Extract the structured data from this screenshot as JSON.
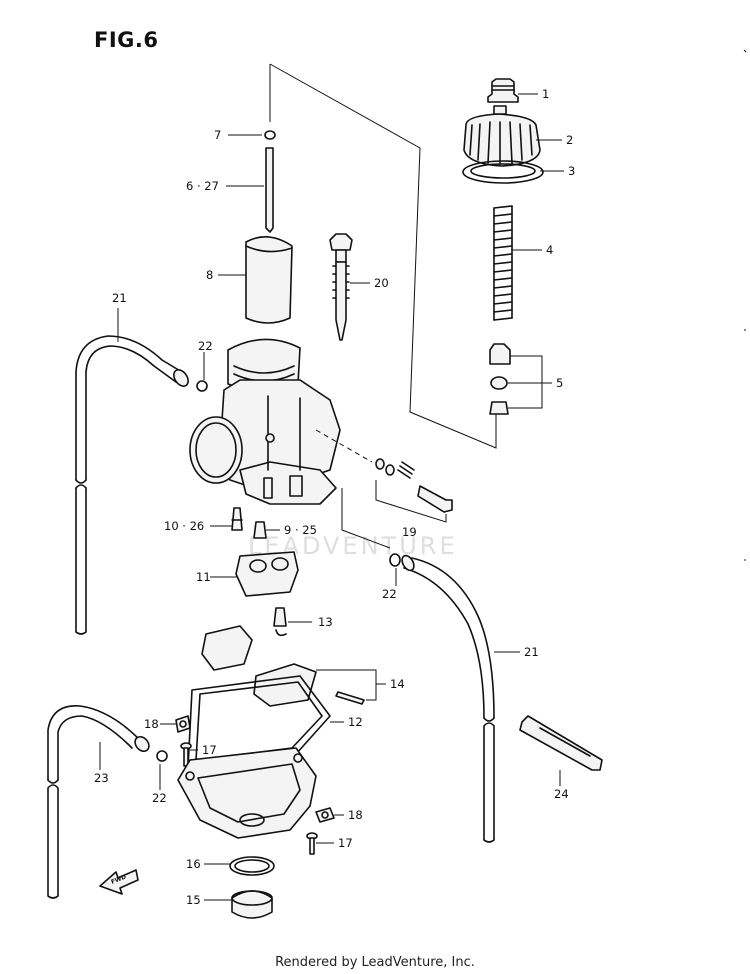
{
  "title": "FIG.6",
  "footer": "Rendered by LeadVenture, Inc.",
  "watermark": "LEADVENTURE",
  "callouts": [
    {
      "id": "c1",
      "text": "1"
    },
    {
      "id": "c2",
      "text": "2"
    },
    {
      "id": "c3",
      "text": "3"
    },
    {
      "id": "c4",
      "text": "4"
    },
    {
      "id": "c5",
      "text": "5"
    },
    {
      "id": "c7",
      "text": "7"
    },
    {
      "id": "c6",
      "text": "6 · 27"
    },
    {
      "id": "c8",
      "text": "8"
    },
    {
      "id": "c20",
      "text": "20"
    },
    {
      "id": "c21a",
      "text": "21"
    },
    {
      "id": "c22a",
      "text": "22"
    },
    {
      "id": "c10",
      "text": "10 · 26"
    },
    {
      "id": "c9",
      "text": "9 · 25"
    },
    {
      "id": "c19",
      "text": "19"
    },
    {
      "id": "c22b",
      "text": "22"
    },
    {
      "id": "c11",
      "text": "11"
    },
    {
      "id": "c13",
      "text": "13"
    },
    {
      "id": "c21b",
      "text": "21"
    },
    {
      "id": "c14",
      "text": "14"
    },
    {
      "id": "c12",
      "text": "12"
    },
    {
      "id": "c18a",
      "text": "18"
    },
    {
      "id": "c17a",
      "text": "17"
    },
    {
      "id": "c23",
      "text": "23"
    },
    {
      "id": "c22c",
      "text": "22"
    },
    {
      "id": "c24",
      "text": "24"
    },
    {
      "id": "c18b",
      "text": "18"
    },
    {
      "id": "c17b",
      "text": "17"
    },
    {
      "id": "c16",
      "text": "16"
    },
    {
      "id": "c15",
      "text": "15"
    }
  ],
  "fwd_label": "FWD"
}
